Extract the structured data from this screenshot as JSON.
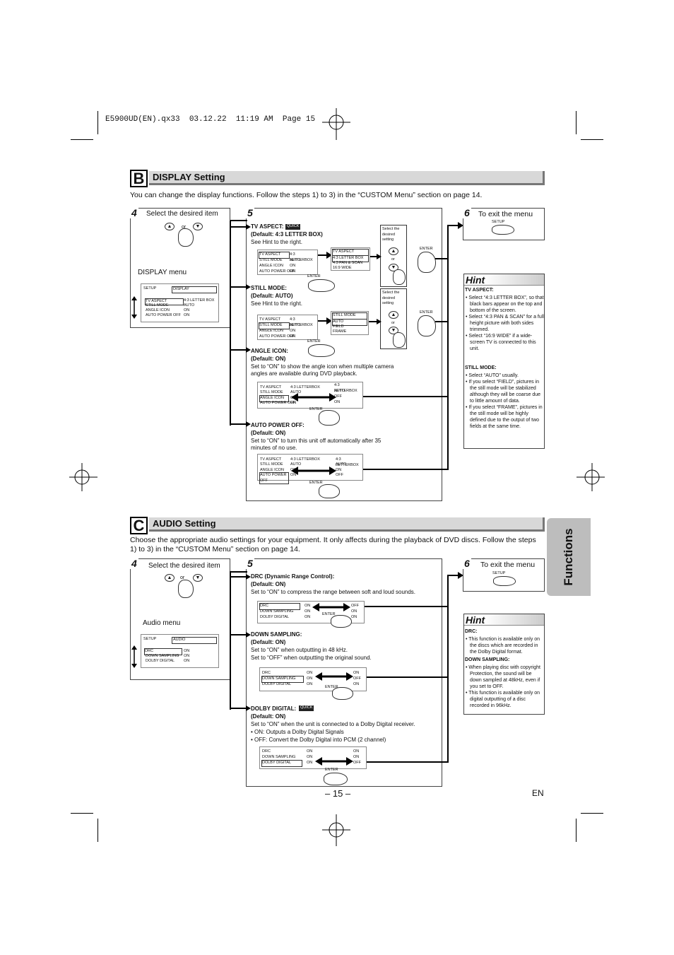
{
  "header": {
    "file_slug": "E5900UD(EN).qx33  03.12.22  11:19 AM  Page 15"
  },
  "colors": {
    "section_bar": "#d8d8d8",
    "side_tab": "#bdbdbd",
    "quick_badge": "#222222"
  },
  "icons": {
    "up_button": "up-arrow-icon",
    "down_button": "down-arrow-icon",
    "enter_hand": "hand-press-icon"
  },
  "section_b": {
    "letter": "B",
    "title": "DISPLAY Setting",
    "intro": "You can change the display functions. Follow the steps 1) to 3) in the “CUSTOM Menu” section on page 14.",
    "step4": {
      "num": "4",
      "label": "Select the desired item",
      "or": "or",
      "menu_name": "DISPLAY menu",
      "screen": {
        "col1": "SETUP",
        "col2": "DISPLAY",
        "rows": [
          [
            "TV ASPECT",
            "4:3 LETTER BOX"
          ],
          [
            "STILL MODE",
            "AUTO"
          ],
          [
            "ANGLE ICON",
            "ON"
          ],
          [
            "AUTO POWER OFF",
            "ON"
          ]
        ]
      }
    },
    "step5": {
      "num": "5",
      "tv_aspect": {
        "title": "TV ASPECT:",
        "quick": "QUICK",
        "default": "(Default: 4:3 LETTER BOX)",
        "desc": "See Hint to the right."
      },
      "still_mode": {
        "title": "STILL MODE:",
        "default": "(Default: AUTO)",
        "desc": "See Hint to the right."
      },
      "angle_icon": {
        "title": "ANGLE ICON:",
        "default": "(Default: ON)",
        "desc": "Set to “ON” to show the angle icon when multiple camera angles are available during DVD playback."
      },
      "auto_power": {
        "title": "AUTO POWER OFF:",
        "default": "(Default: ON)",
        "desc": "Set to “ON” to turn this unit off automatically after 35 minutes of no use."
      },
      "menu_rows": [
        [
          "TV ASPECT",
          "4:3 LETTERBOX"
        ],
        [
          "STILL MODE",
          "AUTO"
        ],
        [
          "ANGLE ICON",
          "ON"
        ],
        [
          "AUTO POWER OFF",
          "ON"
        ]
      ],
      "tv_options": [
        "TV ASPECT",
        "4:3 LETTER BOX",
        "4:3 PAN & SCAN",
        "16:9 WIDE"
      ],
      "still_options": [
        "STILL MODE",
        "AUTO",
        "FIELD",
        "FRAME"
      ],
      "angle_options": [
        "4:3 LETTERBOX",
        "AUTO",
        "OFF",
        "ON"
      ],
      "power_options": [
        "4:3 LETTERBOX",
        "AUTO",
        "ON",
        "OFF"
      ],
      "enter": "ENTER",
      "select_hint": "Select the desired setting",
      "or": "or"
    },
    "step6": {
      "num": "6",
      "label": "To exit the menu",
      "setup": "SETUP"
    },
    "hint": {
      "title": "Hint",
      "tv_head": "TV ASPECT:",
      "tv_bullets": [
        "Select “4:3 LETTER BOX”, so that black bars appear on the top and bottom of the screen.",
        "Select “4:3 PAN & SCAN” for a full height picture with both sides trimmed.",
        "Select “16:9 WIDE” if a wide-screen TV is connected to this unit."
      ],
      "still_head": "STILL MODE:",
      "still_bullets": [
        "Select “AUTO” usually.",
        "If you select “FIELD”, pictures in the still mode will be stabilized although they will be coarse due to little amount of data.",
        "If you select “FRAME”, pictures in the still mode will be highly defined due to the output of two fields at the same time."
      ]
    }
  },
  "section_c": {
    "letter": "C",
    "title": "AUDIO Setting",
    "intro": "Choose the appropriate audio settings for your equipment. It only affects during the playback of DVD discs. Follow the steps 1) to 3) in the “CUSTOM Menu” section on page 14.",
    "step4": {
      "num": "4",
      "label": "Select the desired item",
      "or": "or",
      "menu_name": "Audio menu",
      "screen": {
        "col1": "SETUP",
        "col2": "AUDIO",
        "rows": [
          [
            "DRC",
            "ON"
          ],
          [
            "DOWN SAMPLING",
            "ON"
          ],
          [
            "DOLBY DIGITAL",
            "ON"
          ]
        ]
      }
    },
    "step5": {
      "num": "5",
      "drc": {
        "title": "DRC (Dynamic Range Control):",
        "default": "(Default: ON)",
        "desc": "Set to “ON” to compress the range between soft and loud sounds."
      },
      "down": {
        "title": "DOWN SAMPLING:",
        "default": "(Default: ON)",
        "desc1": "Set to “ON” when outputting in 48 kHz.",
        "desc2": "Set to “OFF” when outputting the original sound."
      },
      "dolby": {
        "title": "DOLBY DIGITAL:",
        "quick": "QUICK",
        "default": "(Default: ON)",
        "desc": "Set to “ON” when the unit is connected to a Dolby Digital receiver.",
        "b1": "• ON: Outputs a Dolby Digital Signals",
        "b2": "• OFF: Convert the Dolby Digital into PCM (2 channel)"
      },
      "rows": [
        "DRC",
        "DOWN SAMPLING",
        "DOLBY DIGITAL"
      ],
      "before": [
        "ON",
        "ON",
        "ON"
      ],
      "after_drc": [
        "OFF",
        "ON",
        "ON"
      ],
      "after_down": [
        "ON",
        "OFF",
        "ON"
      ],
      "after_dolby": [
        "ON",
        "ON",
        "OFF"
      ],
      "enter": "ENTER"
    },
    "step6": {
      "num": "6",
      "label": "To exit the menu",
      "setup": "SETUP"
    },
    "hint": {
      "title": "Hint",
      "drc_head": "DRC:",
      "drc_bullets": [
        "This function is available only on the discs which are recorded in the Dolby Digital format."
      ],
      "down_head": "DOWN SAMPLING:",
      "down_bullets": [
        "When playing disc with copyright Protection, the sound will be down sampled at 48kHz, even if you set to OFF.",
        "This function is available only on digital outputting of a disc recorded in 96kHz."
      ]
    }
  },
  "side_tab": "Functions",
  "footer": {
    "page": "– 15 –",
    "lang": "EN"
  }
}
